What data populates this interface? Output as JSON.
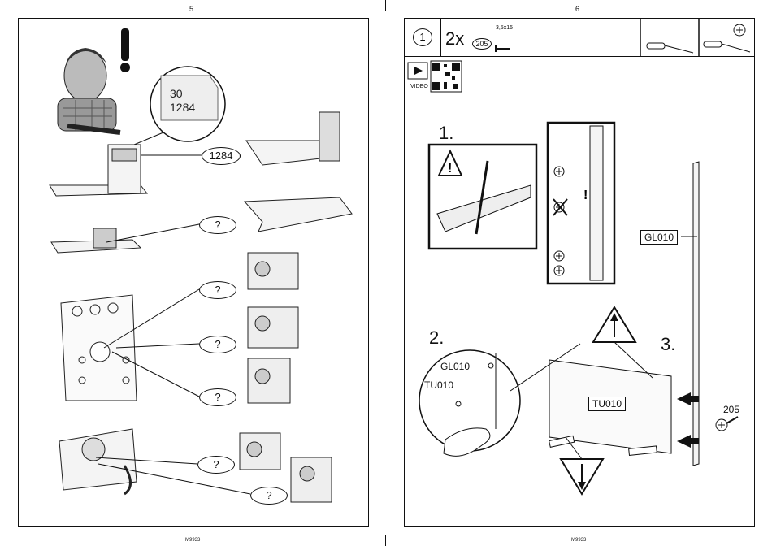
{
  "left_page": {
    "page_number": "5.",
    "footer": "M9933",
    "part_labels": [
      {
        "text": "1284"
      },
      {
        "text": "?"
      },
      {
        "text": "?"
      },
      {
        "text": "?"
      },
      {
        "text": "?"
      },
      {
        "text": "?"
      },
      {
        "text": "?"
      }
    ],
    "zoom_text_line1": "30",
    "zoom_text_line2": "1284"
  },
  "right_page": {
    "page_number": "6.",
    "footer": "M9933",
    "header": {
      "step_number": "1",
      "quantity": "2x",
      "part_id": "205",
      "screw_size": "3,5x15",
      "video_label": "VIDEO"
    },
    "steps": [
      {
        "n": "1."
      },
      {
        "n": "2."
      },
      {
        "n": "3."
      }
    ],
    "panel_labels": {
      "gl_main": "GL010",
      "gl_zoom": "GL010",
      "tu_zoom": "TU010",
      "tu_main": "TU010",
      "screw_part": "205"
    }
  }
}
